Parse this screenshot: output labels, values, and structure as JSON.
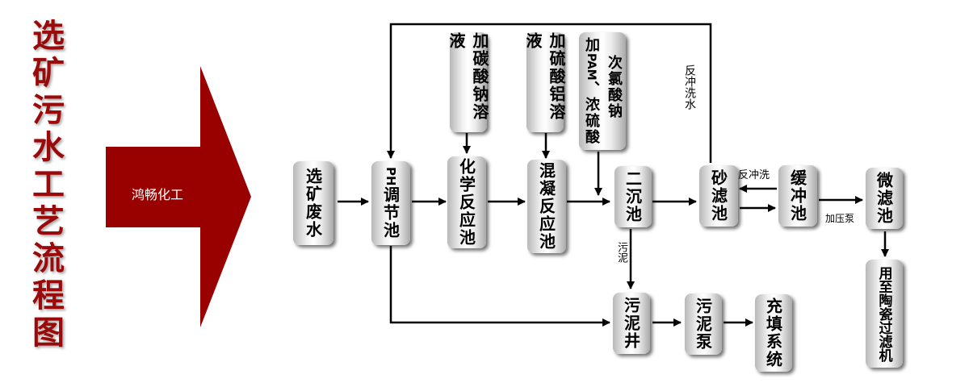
{
  "title": [
    "选",
    "矿",
    "污",
    "水",
    "工",
    "艺",
    "流",
    "程",
    "图"
  ],
  "arrow_label": "鸿畅化工",
  "colors": {
    "brand": "#9b0a0a",
    "line": "#000000"
  },
  "nodes": {
    "raw_water": "选矿废水",
    "ph_tank_prefix": "PH",
    "ph_tank": "调节池",
    "chem_reactor": "化学反应池",
    "coag_reactor": "混凝反应池",
    "secondary_settling": "二沉池",
    "sand_filter": "砂滤池",
    "buffer_tank": "缓冲池",
    "micro_filter": "微滤池",
    "ceramic_filter": "用至陶瓷过滤机",
    "sludge_well": "污泥井",
    "sludge_pump": "污泥泵",
    "fill_system": "充填系统",
    "add_sodium_carbonate": "加碳酸钠溶液",
    "add_alum": "加硫酸铝溶液",
    "add_pam_prefix": "加",
    "add_pam_pam": "PAM",
    "add_pam_col1": "次氯酸钠",
    "add_pam_col2": "、浓硫酸"
  },
  "labels": {
    "backwash_water": "反冲洗水",
    "backwash": "反冲洗",
    "booster_pump": "加压泵",
    "sludge": "污泥"
  }
}
